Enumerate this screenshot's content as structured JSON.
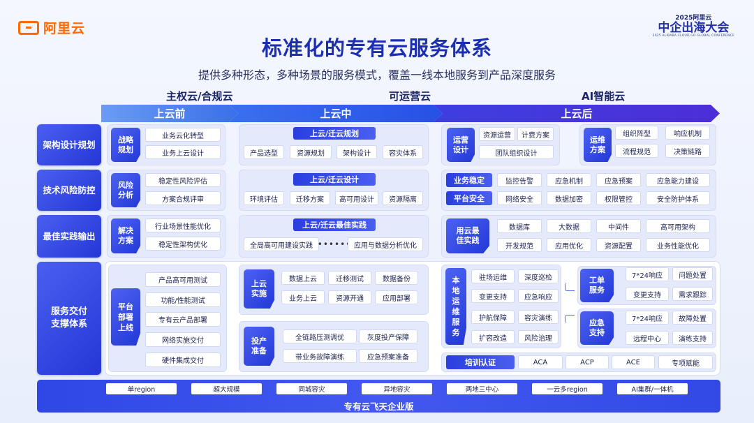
{
  "header": {
    "logo_text": "阿里云",
    "event_line1": "2025阿里云",
    "event_line2": "中企出海大会",
    "event_line3": "2025 ALIBABA CLOUD GO GLOBAL CONFERENCE",
    "title": "标准化的专有云服务体系",
    "subtitle": "提供多种形态，多种场景的服务模式，覆盖一线本地服务到产品深度服务"
  },
  "phase_labels": [
    "主权云/合规云",
    "可运营云",
    "AI智能云"
  ],
  "phases": [
    "上云前",
    "上云中",
    "上云后"
  ],
  "rows": [
    {
      "label": "架构设计规划"
    },
    {
      "label": "技术风险防控"
    },
    {
      "label": "最佳实践输出"
    },
    {
      "label": "服务交付\n支撑体系"
    }
  ],
  "r1": {
    "pre_tag": "战略\n规划",
    "pre_items": [
      "业务云化转型",
      "业务上云设计"
    ],
    "mid_bar": "上云/迁云规划",
    "mid_items": [
      "产品选型",
      "资源规划",
      "架构设计",
      "容灾体系"
    ],
    "post1_tag": "运营\n设计",
    "post1_items": [
      "资源运营",
      "计费方案",
      "团队组织设计"
    ],
    "post2_tag": "运维\n方案",
    "post2_items": [
      "组织阵型",
      "响应机制",
      "流程规范",
      "决策链路"
    ]
  },
  "r2": {
    "pre_tag": "风险\n分析",
    "pre_items": [
      "稳定性风险评估",
      "方案合规评审"
    ],
    "mid_bar": "上云/迁云设计",
    "mid_items": [
      "环境评估",
      "迁移方案",
      "高可用设计",
      "资源隔离"
    ],
    "post_tag1": "业务稳定",
    "post_items1": [
      "监控告警",
      "应急机制",
      "应急预案",
      "应急能力建设"
    ],
    "post_tag2": "平台安全",
    "post_items2": [
      "网络安全",
      "数据加密",
      "权限管控",
      "安全防护体系"
    ]
  },
  "r3": {
    "pre_tag": "解决\n方案",
    "pre_items": [
      "行业场景性能优化",
      "稳定性架构优化"
    ],
    "mid_bar": "上云/迁云最佳实践",
    "mid_items": [
      "全局高可用建设实践",
      "••••••",
      "应用与数据分析优化"
    ],
    "post_tag": "用云最\n佳实践",
    "post_items": [
      "数据库",
      "大数据",
      "中间件",
      "高可用架构",
      "开发规范",
      "应用优化",
      "资源配置",
      "业务性能优化"
    ]
  },
  "r4": {
    "pre_tag": "平台\n部署\n上线",
    "pre_items": [
      "产品高可用测试",
      "功能/性能测试",
      "专有云产品部署",
      "网络实施交付",
      "硬件集成交付"
    ],
    "mid1_tag": "上云\n实施",
    "mid1_items": [
      "数据上云",
      "迁移测试",
      "数据备份",
      "业务上云",
      "资源开通",
      "应用部署"
    ],
    "mid2_tag": "投产\n准备",
    "mid2_items": [
      "全链路压测调优",
      "灰度投产保障",
      "带业务故障演练",
      "应急预案准备"
    ],
    "ops_tag": "本\n地\n运\n维\n服\n务",
    "ops_items": [
      "驻场运维",
      "深度巡检",
      "变更支持",
      "应急响应",
      "护航保障",
      "容灾演练",
      "扩容改造",
      "风险治理"
    ],
    "ticket_tag": "工单\n服务",
    "ticket_items": [
      "7*24响应",
      "问题处置",
      "变更支持",
      "需求跟踪"
    ],
    "emerg_tag": "应急\n支持",
    "emerg_items": [
      "7*24响应",
      "故障处置",
      "远程中心",
      "演练支持"
    ],
    "train_tag": "培训认证",
    "train_items": [
      "ACA",
      "ACP",
      "ACE",
      "专项赋能"
    ]
  },
  "bottom": {
    "chips": [
      "单region",
      "超大规模",
      "同城容灾",
      "异地容灾",
      "两地三中心",
      "一云多region",
      "AI集群/一体机"
    ],
    "title": "专有云飞天企业版"
  },
  "colors": {
    "brand_orange": "#ff6a00",
    "primary_blue": "#2338d6",
    "title_blue": "#1c2fb0"
  }
}
